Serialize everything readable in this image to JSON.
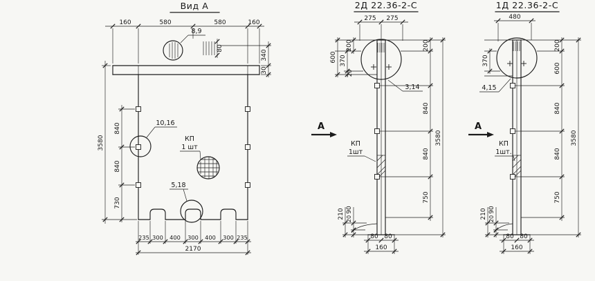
{
  "page": {
    "background": "#f7f7f4",
    "ink": "#1c1c1c"
  },
  "view_a": {
    "title": "Вид А",
    "top_dims": [
      "160",
      "580",
      "580",
      "160"
    ],
    "loop_detail_label": "8,9",
    "loop_height_dim": "80",
    "right_dims": [
      "340",
      "30"
    ],
    "height_total": "3580",
    "left_dims": [
      "840",
      "840",
      "730"
    ],
    "detail_mid_label": "10,16",
    "kp_label": [
      "КП",
      "1 шт"
    ],
    "detail_bottom_label": "5,18",
    "bottom_dims": [
      "235",
      "300",
      "400",
      "300",
      "400",
      "300",
      "235"
    ],
    "bottom_total": "2170"
  },
  "col_2d": {
    "title": "2Д 22.36-2-С",
    "top_dims": [
      "275",
      "275"
    ],
    "left_dims": [
      "200",
      "370",
      "20",
      "600"
    ],
    "detail_label": "3,14",
    "section_marker": "А",
    "kp_label": [
      "КП",
      "1шт"
    ],
    "right_dims": [
      "200",
      "840",
      "840",
      "750"
    ],
    "height_total": "3580",
    "bottom_left_dims": [
      "210",
      "90",
      "20"
    ],
    "bottom_dims": [
      "80",
      "80"
    ],
    "bottom_total": "160"
  },
  "col_1d": {
    "title": "1Д 22.36-2-С",
    "top_dim": "480",
    "left_dims": [
      "370"
    ],
    "detail_label": "4,15",
    "section_marker": "А",
    "kp_label": [
      "КП",
      "1шт."
    ],
    "right_dims": [
      "200",
      "600",
      "840",
      "840",
      "750"
    ],
    "height_total": "3580",
    "bottom_left_dims": [
      "210",
      "90",
      "20"
    ],
    "bottom_dims": [
      "80",
      "80"
    ],
    "bottom_total": "160"
  }
}
